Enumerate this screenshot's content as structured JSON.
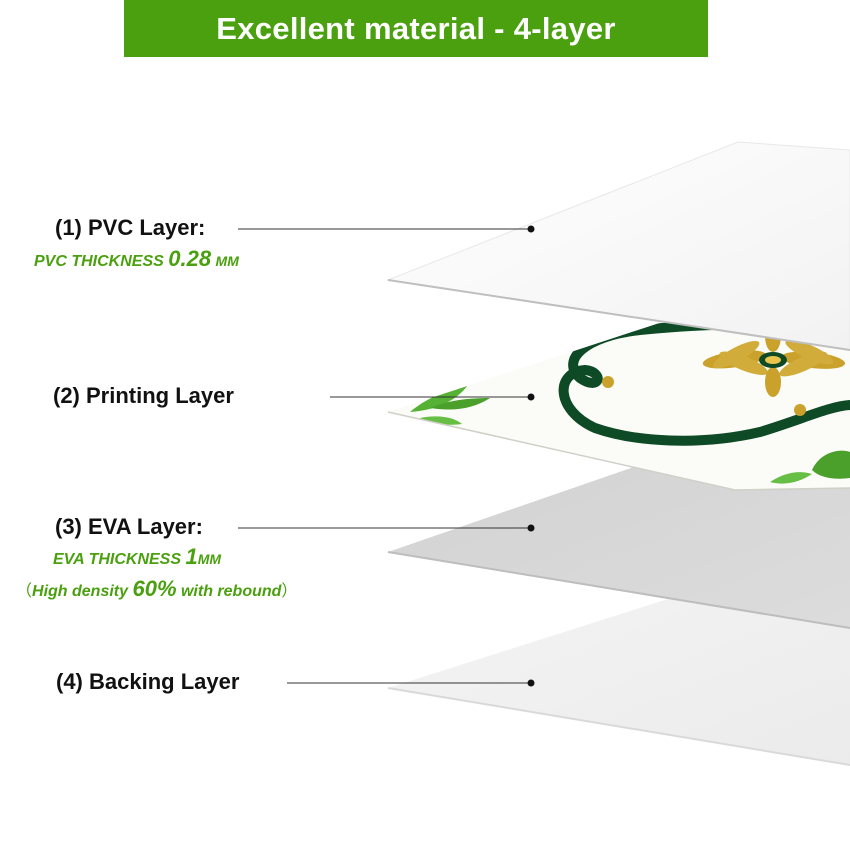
{
  "banner": {
    "title": "Excellent material - 4-layer"
  },
  "colors": {
    "accent_green": "#4aa00e",
    "text_dark": "#111111"
  },
  "layers": [
    {
      "label": "(1) PVC Layer:",
      "spec_prefix": "PVC THICKNESS",
      "spec_value": "0.28",
      "spec_unit": "MM"
    },
    {
      "label": "(2) Printing Layer"
    },
    {
      "label": "(3) EVA Layer:",
      "spec_prefix": "EVA THICKNESS",
      "spec_value": "1",
      "spec_unit": "MM",
      "note_open": "（",
      "note_prefix": "High density",
      "note_value": "60%",
      "note_suffix": "with rebound",
      "note_close": "）"
    },
    {
      "label": "(4) Backing Layer"
    }
  ]
}
